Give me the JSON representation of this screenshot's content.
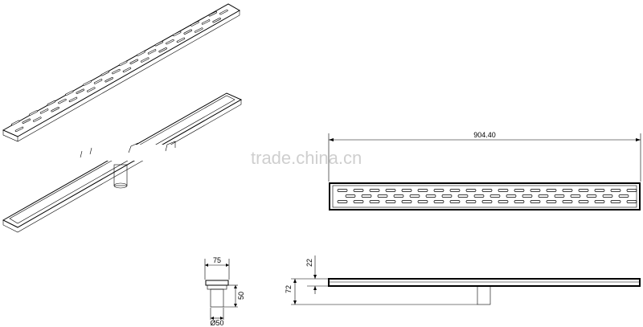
{
  "watermark": "trade.china.cn",
  "dimensions": {
    "overall_length": "904.40",
    "width": "75",
    "body_height": "50",
    "outlet_diameter": "Ø50",
    "total_height": "72",
    "grate_height": "22"
  },
  "colors": {
    "line": "#000000",
    "watermark": "#cfcfcf",
    "background": "#ffffff"
  }
}
